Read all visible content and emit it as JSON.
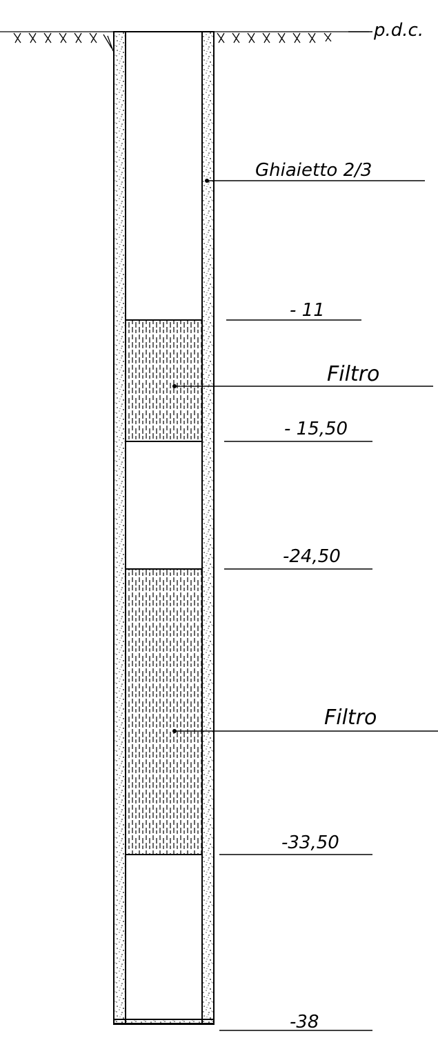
{
  "colors": {
    "ink": "#000000",
    "paper": "#ffffff"
  },
  "labels": {
    "surface": "p.d.c.",
    "gravel": "Ghiaietto 2/3",
    "depth_11": "- 11",
    "filter_1": "Filtro",
    "depth_15_50": "- 15,50",
    "depth_24_50": "-24,50",
    "filter_2": "Filtro",
    "depth_33_50": "-33,50",
    "depth_38": "-38"
  },
  "diagram": {
    "depths_m": [
      0,
      11,
      15.5,
      24.5,
      33.5,
      38
    ],
    "segments": [
      {
        "type": "blank",
        "from": 0,
        "to": 11
      },
      {
        "type": "filter",
        "from": 11,
        "to": 15.5
      },
      {
        "type": "blank",
        "from": 15.5,
        "to": 24.5
      },
      {
        "type": "filter",
        "from": 24.5,
        "to": 33.5
      },
      {
        "type": "blank",
        "from": 33.5,
        "to": 38
      }
    ],
    "annulus_fill": "gravel"
  }
}
